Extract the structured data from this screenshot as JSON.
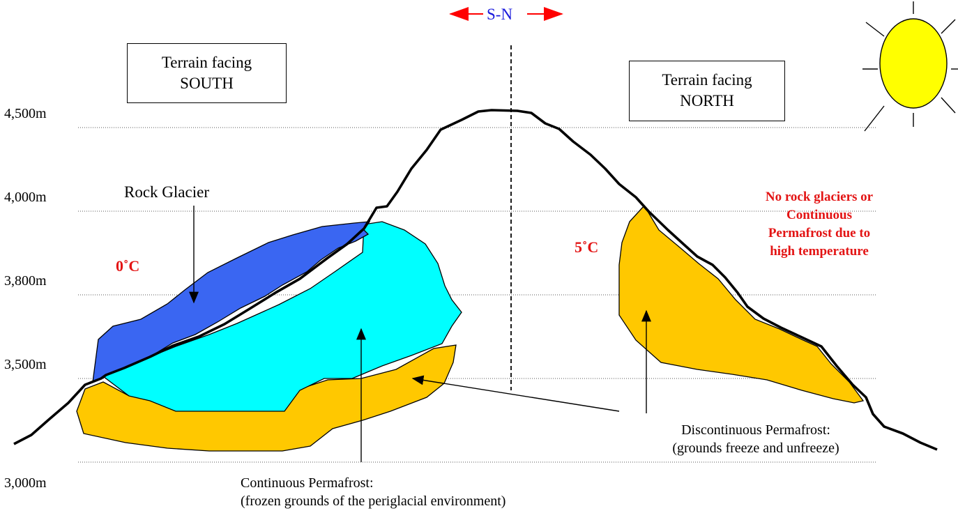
{
  "direction_label": "S-N",
  "elevations": [
    "4,500m",
    "4,000m",
    "3,800m",
    "3,500m",
    "3,000m"
  ],
  "south_box": {
    "line1": "Terrain facing",
    "line2": "SOUTH"
  },
  "north_box": {
    "line1": "Terrain facing",
    "line2": "NORTH"
  },
  "rock_glacier_label": "Rock Glacier",
  "temp_south": "0˚C",
  "temp_north": "5˚C",
  "north_note": [
    "No rock glaciers or",
    "Continuous",
    "Permafrost due to",
    "high temperature"
  ],
  "continuous_caption": {
    "line1": "Continuous Permafrost:",
    "line2": "(frozen grounds of the periglacial environment)"
  },
  "discontinuous_caption": {
    "line1": "Discontinuous Permafrost:",
    "line2": "(grounds freeze and unfreeze)"
  },
  "colors": {
    "rock_glacier": "#3a66f2",
    "continuous_permafrost": "#00ffff",
    "discontinuous_permafrost": "#ffc800",
    "sun": "#ffff00",
    "highlight_text": "#e31414",
    "direction_text": "#1a1adc"
  }
}
